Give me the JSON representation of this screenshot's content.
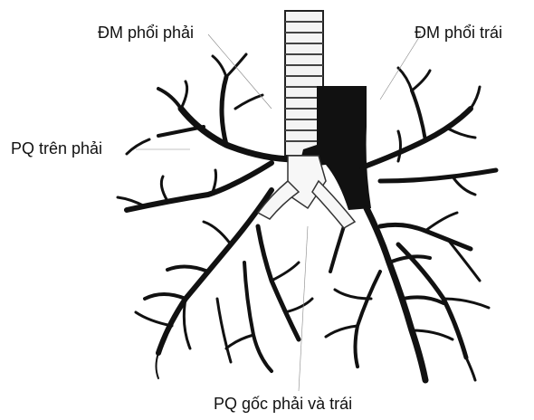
{
  "labels": {
    "right_pulmonary_artery": "ĐM phổi phải",
    "left_pulmonary_artery": "ĐM phổi trái",
    "right_upper_bronchus": "PQ trên phải",
    "main_bronchi": "PQ gốc phải và trái"
  },
  "colors": {
    "ink": "#111111",
    "background": "#ffffff",
    "trachea_ring": "#444444"
  }
}
